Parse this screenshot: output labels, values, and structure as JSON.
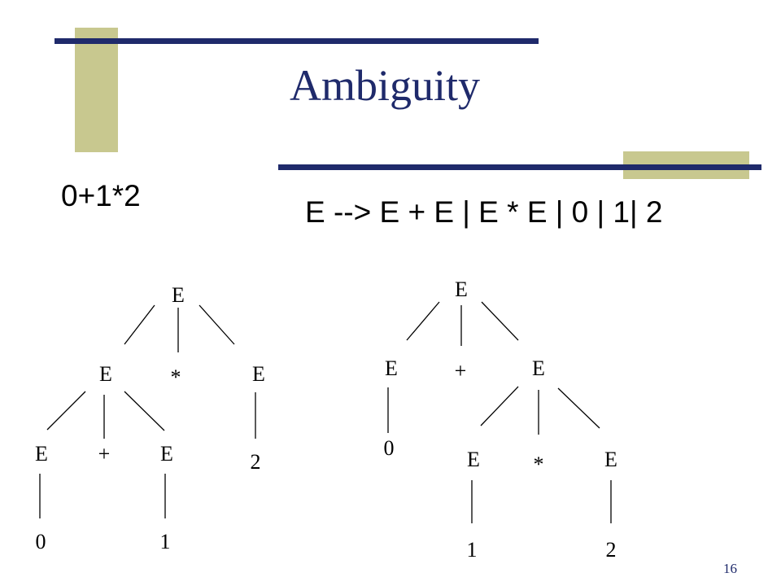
{
  "slide": {
    "title": "Ambiguity",
    "expression": "0+1*2",
    "grammar": "E --> E + E | E * E | 0 | 1| 2",
    "page_number": "16",
    "colors": {
      "accent_bar": "#c8c88f",
      "rule": "#1f2a6b",
      "title": "#1f2a6b"
    }
  },
  "trees": {
    "left": {
      "root": "E",
      "children": [
        "E",
        "*",
        "E"
      ],
      "sub_children": [
        "E",
        "+",
        "E"
      ],
      "leaf_left": "0",
      "leaf_mid": "1",
      "leaf_right": "2"
    },
    "right": {
      "root": "E",
      "children": [
        "E",
        "+",
        "E"
      ],
      "sub_children": [
        "E",
        "*",
        "E"
      ],
      "leaf_left": "0",
      "leaf_mid": "1",
      "leaf_right": "2"
    }
  }
}
